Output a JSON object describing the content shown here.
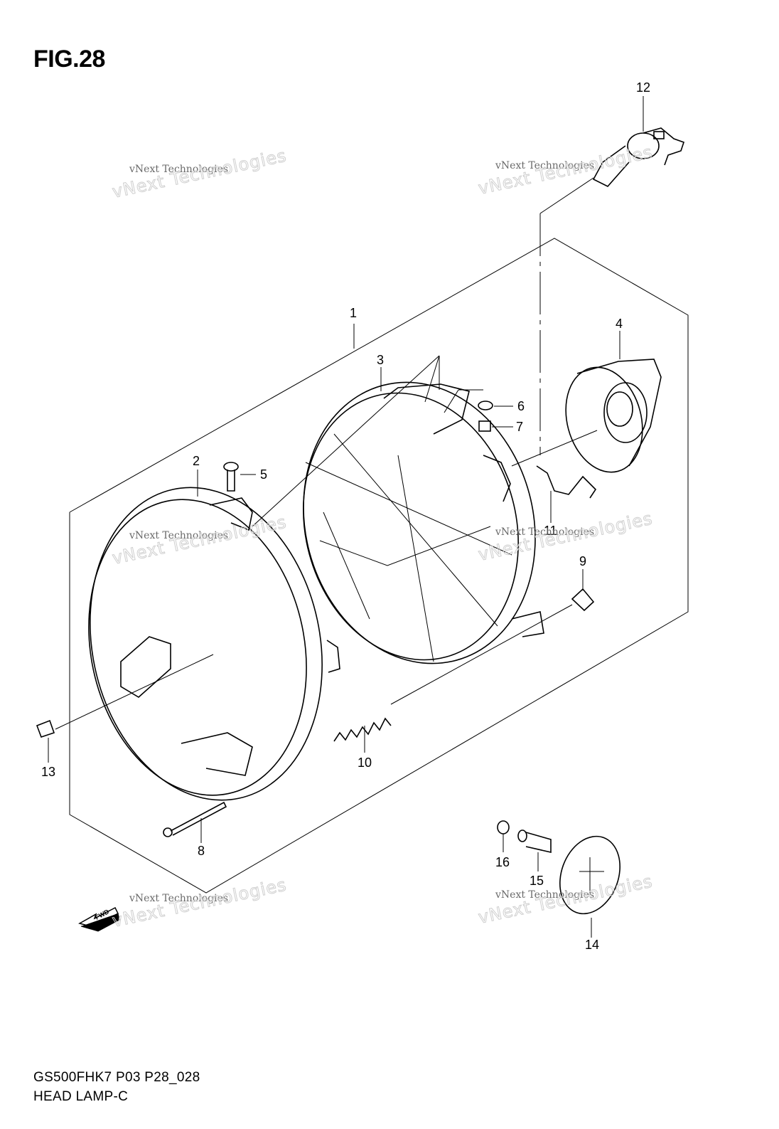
{
  "figure": {
    "title": "FIG.28"
  },
  "callouts": [
    {
      "id": "c1",
      "text": "1"
    },
    {
      "id": "c2",
      "text": "2"
    },
    {
      "id": "c3",
      "text": "3"
    },
    {
      "id": "c4",
      "text": "4"
    },
    {
      "id": "c5",
      "text": "5"
    },
    {
      "id": "c6",
      "text": "6"
    },
    {
      "id": "c7",
      "text": "7"
    },
    {
      "id": "c8",
      "text": "8"
    },
    {
      "id": "c9",
      "text": "9"
    },
    {
      "id": "c10",
      "text": "10"
    },
    {
      "id": "c11",
      "text": "11"
    },
    {
      "id": "c12",
      "text": "12"
    },
    {
      "id": "c13",
      "text": "13"
    },
    {
      "id": "c14",
      "text": "14"
    },
    {
      "id": "c15",
      "text": "15"
    },
    {
      "id": "c16",
      "text": "16"
    }
  ],
  "watermark": {
    "small": "vNext Technologies",
    "large": "vNext Technologies"
  },
  "direction_marker": {
    "text": "FWD"
  },
  "footer": {
    "code": "GS500FHK7 P03 P28_028",
    "name": "HEAD LAMP-C"
  }
}
